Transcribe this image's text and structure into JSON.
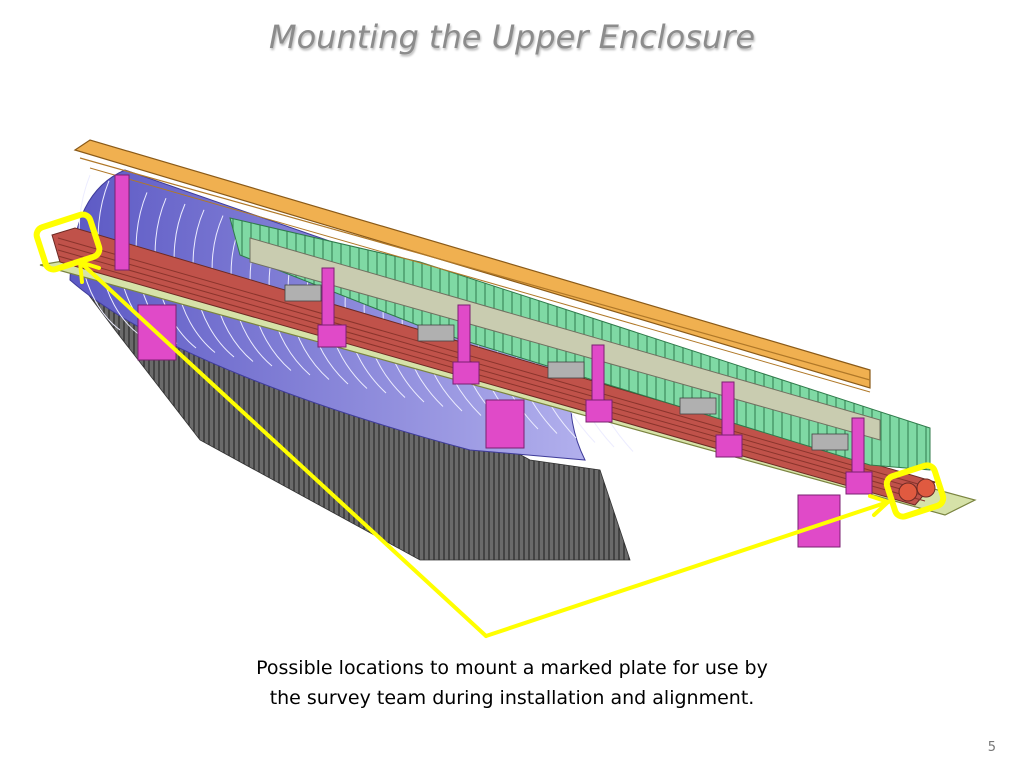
{
  "slide": {
    "title": "Mounting the Upper Enclosure",
    "caption_line_1": "Possible locations to mount a marked plate for use by",
    "caption_line_2": "the survey team during installation and alignment.",
    "page_number": "5"
  },
  "colors": {
    "title": "#8c8c8c",
    "callout": "#ffff00",
    "rail": "#f0b050",
    "plate": "#d6e2a8",
    "tubes": "#c0524a",
    "supports": "#e04ac8",
    "fins": "#78d8a0",
    "arches": "#7b78d8"
  },
  "icons": [
    "marker-box-icon",
    "arrow-icon"
  ]
}
